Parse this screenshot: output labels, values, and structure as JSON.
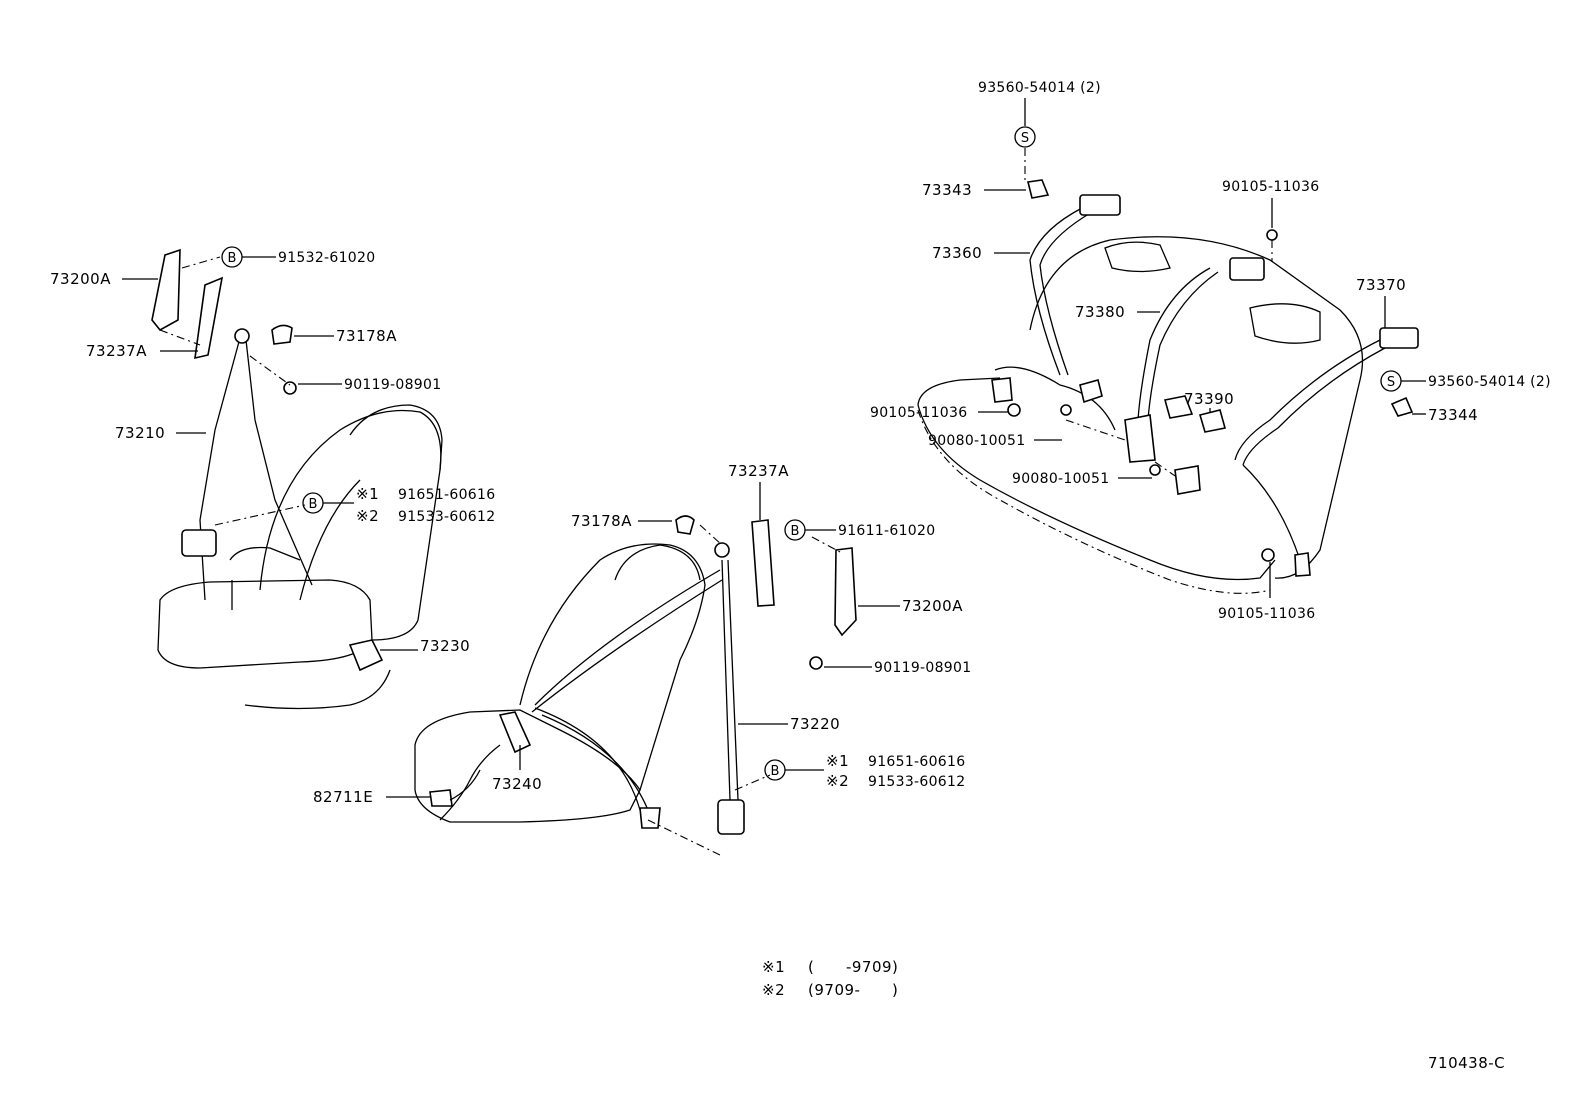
{
  "diagram_id": "710438-C",
  "front_left": {
    "p73200A": "73200A",
    "b_ref": "B",
    "b_part": "91532-61020",
    "p73237A": "73237A",
    "p73178A": "73178A",
    "p90119": "90119-08901",
    "p73210": "73210",
    "b2_ref": "B",
    "var1_mark": "※1",
    "var1_part": "91651-60616",
    "var2_mark": "※2",
    "var2_part": "91533-60612",
    "p73230": "73230"
  },
  "front_right": {
    "p73237A": "73237A",
    "p73178A": "73178A",
    "b_ref": "B",
    "b_part": "91611-61020",
    "p73200A": "73200A",
    "p90119": "90119-08901",
    "p73220": "73220",
    "b2_ref": "B",
    "var1_mark": "※1",
    "var1_part": "91651-60616",
    "var2_mark": "※2",
    "var2_part": "91533-60612",
    "p82711E": "82711E",
    "p73240": "73240"
  },
  "rear": {
    "top_part": "93560-54014 (2)",
    "s_ref": "S",
    "p73343": "73343",
    "p73360": "73360",
    "p90105_top": "90105-11036",
    "p73380": "73380",
    "p73370": "73370",
    "s2_ref": "S",
    "p93560_right": "93560-54014 (2)",
    "p73344": "73344",
    "p90105_left": "90105-11036",
    "p73390": "73390",
    "p90080_a": "90080-10051",
    "p90080_b": "90080-10051",
    "p90105_bottom": "90105-11036"
  },
  "legend": {
    "row1_mark": "※1",
    "row1_text": "(      -9709)",
    "row2_mark": "※2",
    "row2_text": "(9709-      )"
  }
}
